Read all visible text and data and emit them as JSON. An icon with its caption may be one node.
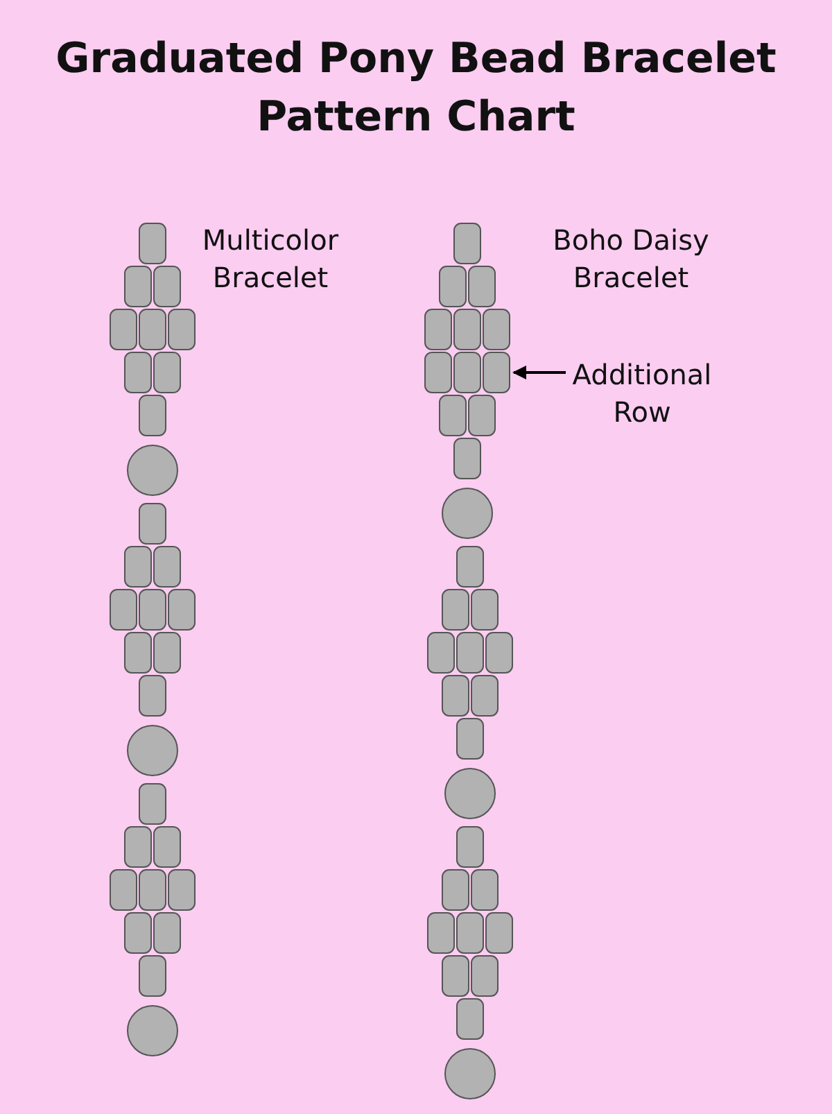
{
  "diagram": {
    "title": "Graduated Pony Bead Bracelet Pattern Chart",
    "nodes": [
      {
        "text": [
          "Additional Row"
        ]
      },
      {
        "text": [],
        "shape": "bar"
      }
    ],
    "edges": [
      {
        "from": 0,
        "to": 1,
        "arrow": "to"
      }
    ],
    "labels": [
      "Multicolor Bracelet",
      "Boho Daisy Bracelet"
    ]
  }
}
